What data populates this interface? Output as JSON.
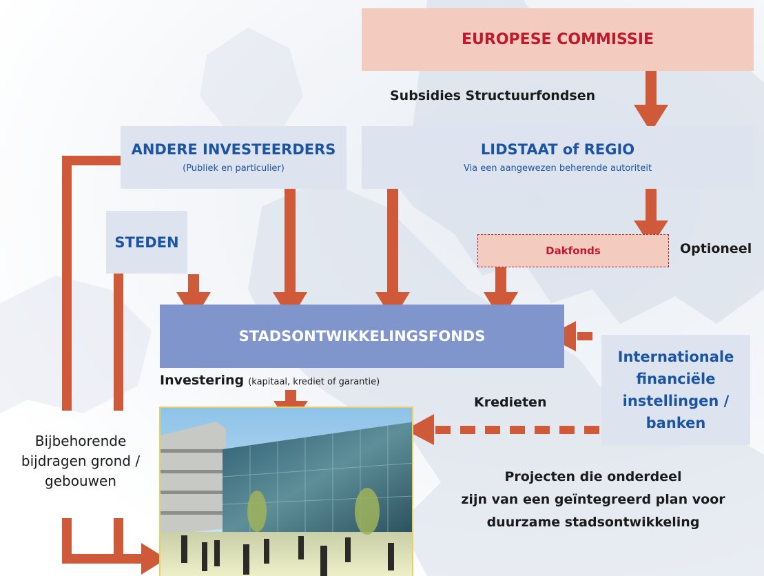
{
  "boxes": {
    "europese_commissie": "EUROPESE COMMISSIE",
    "lidstaat_title": "LIDSTAAT of REGIO",
    "lidstaat_sub": "Via een aangewezen beherende autoriteit",
    "andere_title": "ANDERE INVESTEERDERS",
    "andere_sub": "(Publiek en particulier)",
    "steden": "STEDEN",
    "dakfonds": "Dakfonds",
    "stadsfonds": "STADSONTWIKKELINGSFONDS",
    "intl_line1": "Internationale",
    "intl_line2": "financiële",
    "intl_line3": "instellingen /",
    "intl_line4": "banken"
  },
  "labels": {
    "subsidies": "Subsidies Structuurfondsen",
    "optioneel": "Optioneel",
    "investering_bold": "Investering",
    "investering_detail": "(kapitaal, krediet of garantie)",
    "kredieten": "Kredieten",
    "bijbehorende_1": "Bijbehorende",
    "bijbehorende_2": "bijdragen grond /",
    "bijbehorende_3": "gebouwen",
    "projecten_1": "Projecten die onderdeel",
    "projecten_2": "zijn van een geïntegreerd plan voor",
    "projecten_3": "duurzame stadsontwikkeling"
  },
  "colors": {
    "arrow": "#cf5a3a",
    "box_light": "#dde3ef",
    "box_pink": "#f3cbbf",
    "box_fund": "#7f95cc",
    "title_blue": "#1b54a3",
    "title_red": "#c0192c"
  }
}
